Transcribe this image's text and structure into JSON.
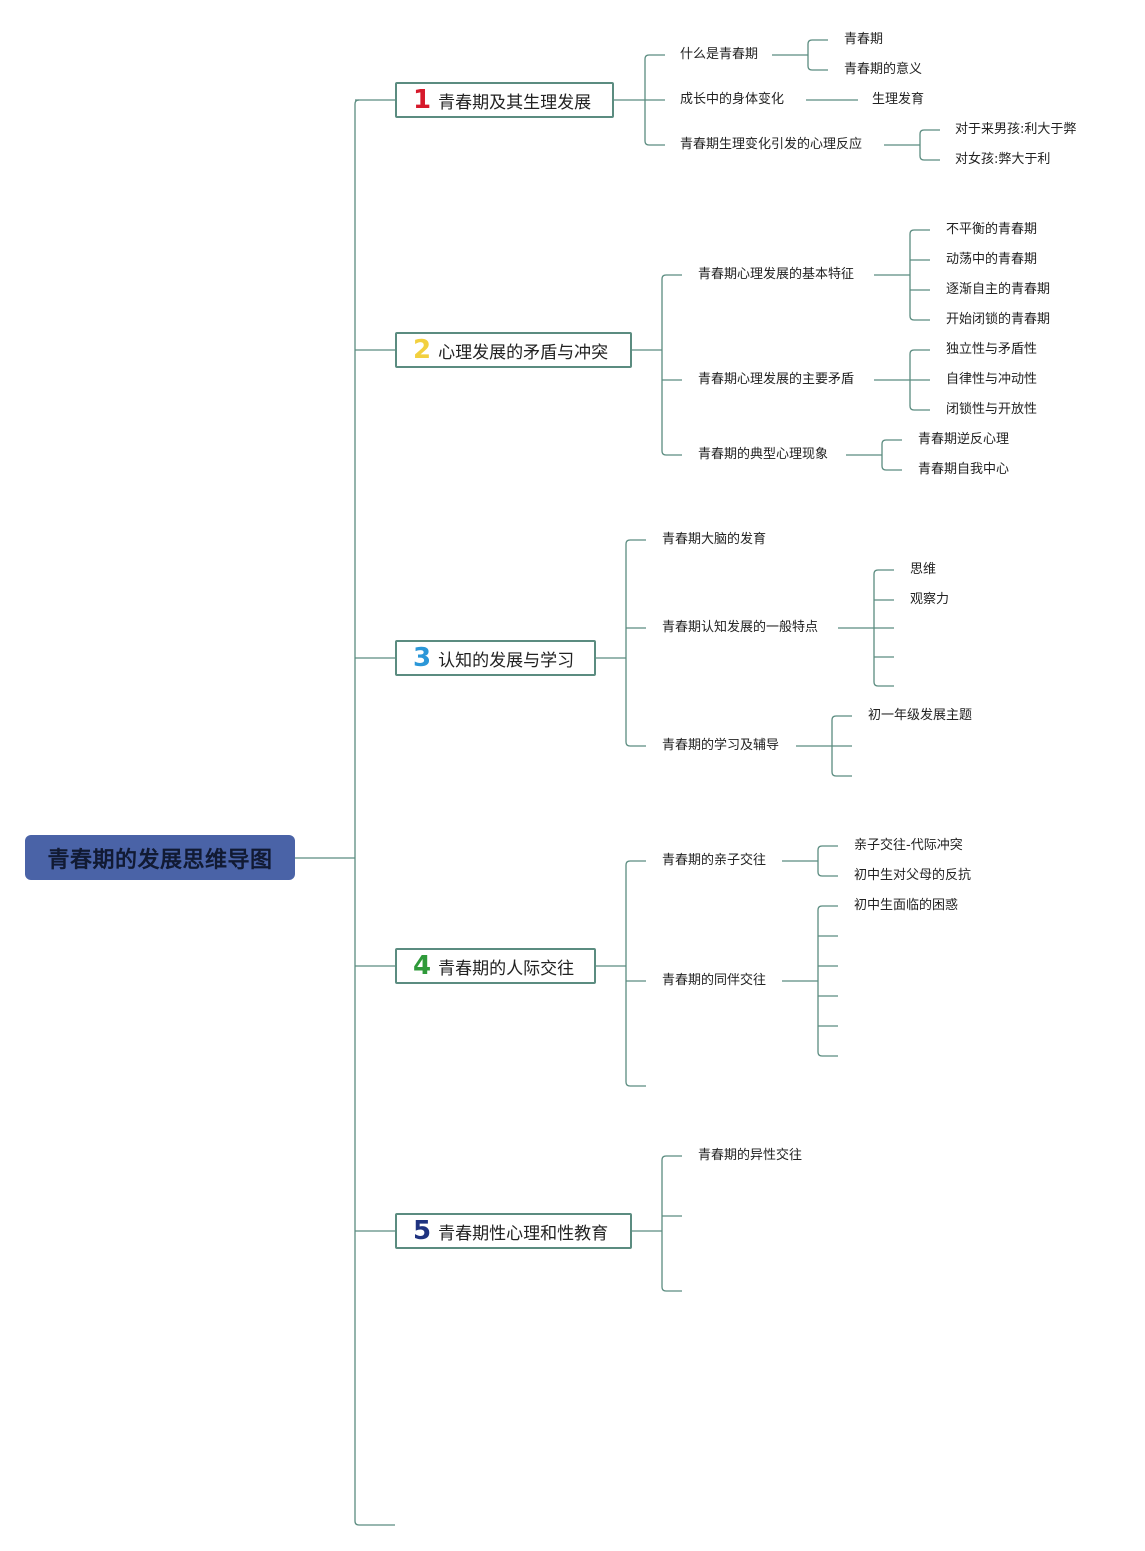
{
  "root": {
    "label": "青春期的发展思维导图"
  },
  "branches": [
    {
      "number": "1",
      "number_color": "#d6192b",
      "label": "青春期及其生理发展",
      "children": [
        {
          "label": "什么是青春期",
          "children": [
            "青春期",
            "青春期的意义"
          ]
        },
        {
          "label": "成长中的身体变化",
          "children": [
            "生理发育"
          ]
        },
        {
          "label": "青春期生理变化引发的心理反应",
          "children": [
            "对于来男孩:利大于弊",
            "对女孩:弊大于利"
          ]
        }
      ]
    },
    {
      "number": "2",
      "number_color": "#f2d03f",
      "label": "心理发展的矛盾与冲突",
      "children": [
        {
          "label": "青春期心理发展的基本特征",
          "children": [
            "不平衡的青春期",
            "动荡中的青春期",
            "逐渐自主的青春期",
            "开始闭锁的青春期"
          ]
        },
        {
          "label": "青春期心理发展的主要矛盾",
          "children": [
            "独立性与矛盾性",
            "自律性与冲动性",
            "闭锁性与开放性"
          ]
        },
        {
          "label": "青春期的典型心理现象",
          "children": [
            "青春期逆反心理",
            "青春期自我中心"
          ]
        }
      ]
    },
    {
      "number": "3",
      "number_color": "#2b97d8",
      "label": "认知的发展与学习",
      "children": [
        {
          "label": "青春期大脑的发育",
          "children": []
        },
        {
          "label": "青春期认知发展的一般特点",
          "children": [
            "思维",
            "观察力",
            "",
            "",
            ""
          ]
        },
        {
          "label": "青春期的学习及辅导",
          "children": [
            "初一年级发展主题",
            "",
            ""
          ]
        }
      ]
    },
    {
      "number": "4",
      "number_color": "#2f9a3a",
      "label": "青春期的人际交往",
      "children": [
        {
          "label": "青春期的亲子交往",
          "children": [
            "亲子交往-代际冲突",
            "初中生对父母的反抗"
          ]
        },
        {
          "label": "青春期的同伴交往",
          "children": [
            "初中生面临的困惑",
            "",
            "",
            "",
            "",
            ""
          ]
        },
        {
          "label": "",
          "children": []
        }
      ]
    },
    {
      "number": "5",
      "number_color": "#1f3380",
      "label": "青春期性心理和性教育",
      "children": [
        {
          "label": "青春期的异性交往",
          "children": []
        },
        {
          "label": "",
          "children": []
        },
        {
          "label": "",
          "children": []
        }
      ]
    }
  ],
  "colors": {
    "line": "#5b8c80",
    "root_bg": "#4a63a7",
    "root_text": "#111a33"
  }
}
